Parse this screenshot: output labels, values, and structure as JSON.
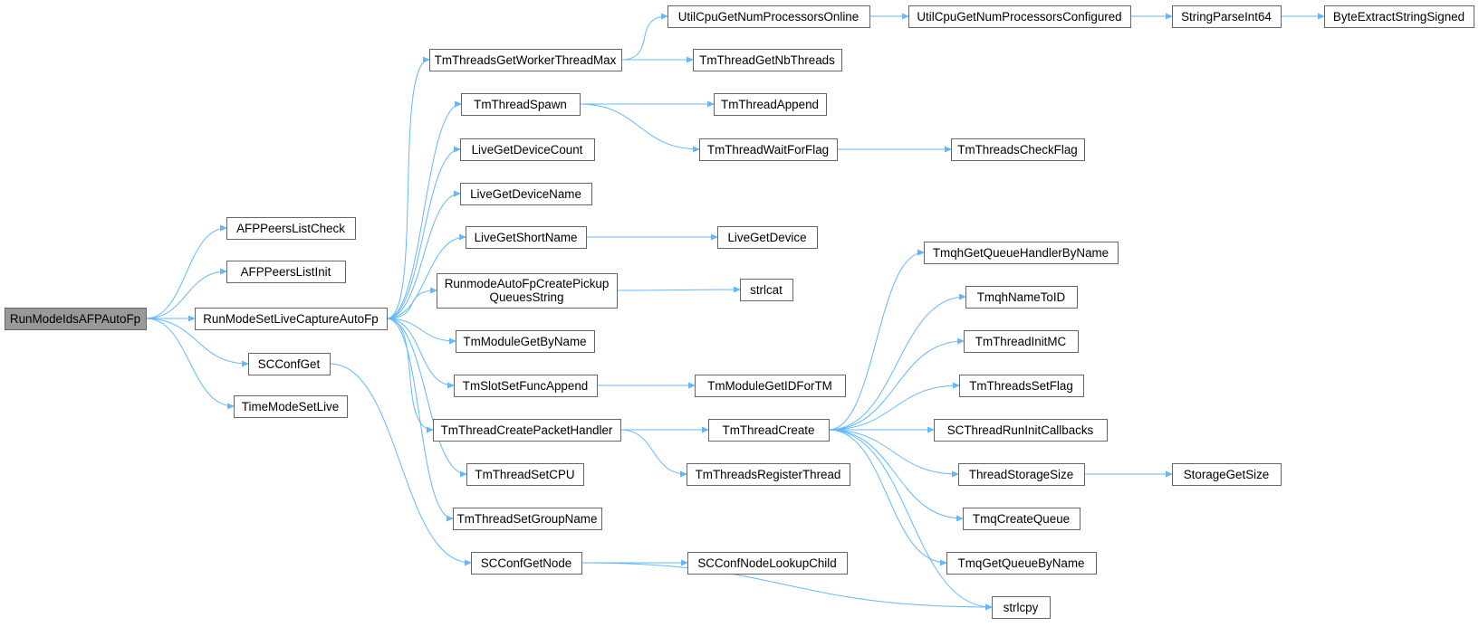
{
  "graph": {
    "root": "RunModeIdsAFPAutoFp",
    "colors": {
      "edge": "#63b8ff",
      "node_border": "#666666",
      "root_fill": "#999999",
      "node_fill": "#ffffff"
    },
    "nodes": [
      {
        "id": "RunModeIdsAFPAutoFp",
        "label": "RunModeIdsAFPAutoFp"
      },
      {
        "id": "AFPPeersListCheck",
        "label": "AFPPeersListCheck"
      },
      {
        "id": "AFPPeersListInit",
        "label": "AFPPeersListInit"
      },
      {
        "id": "RunModeSetLiveCaptureAutoFp",
        "label": "RunModeSetLiveCaptureAutoFp"
      },
      {
        "id": "SCConfGet",
        "label": "SCConfGet"
      },
      {
        "id": "TimeModeSetLive",
        "label": "TimeModeSetLive"
      },
      {
        "id": "TmThreadsGetWorkerThreadMax",
        "label": "TmThreadsGetWorkerThreadMax"
      },
      {
        "id": "TmThreadSpawn",
        "label": "TmThreadSpawn"
      },
      {
        "id": "LiveGetDeviceCount",
        "label": "LiveGetDeviceCount"
      },
      {
        "id": "LiveGetDeviceName",
        "label": "LiveGetDeviceName"
      },
      {
        "id": "LiveGetShortName",
        "label": "LiveGetShortName"
      },
      {
        "id": "RunmodeAutoFpCreatePickupQueuesString",
        "label": "RunmodeAutoFpCreatePickup",
        "label2": "QueuesString"
      },
      {
        "id": "TmModuleGetByName",
        "label": "TmModuleGetByName"
      },
      {
        "id": "TmSlotSetFuncAppend",
        "label": "TmSlotSetFuncAppend"
      },
      {
        "id": "TmThreadCreatePacketHandler",
        "label": "TmThreadCreatePacketHandler"
      },
      {
        "id": "TmThreadSetCPU",
        "label": "TmThreadSetCPU"
      },
      {
        "id": "TmThreadSetGroupName",
        "label": "TmThreadSetGroupName"
      },
      {
        "id": "SCConfGetNode",
        "label": "SCConfGetNode"
      },
      {
        "id": "UtilCpuGetNumProcessorsOnline",
        "label": "UtilCpuGetNumProcessorsOnline"
      },
      {
        "id": "TmThreadGetNbThreads",
        "label": "TmThreadGetNbThreads"
      },
      {
        "id": "TmThreadAppend",
        "label": "TmThreadAppend"
      },
      {
        "id": "TmThreadWaitForFlag",
        "label": "TmThreadWaitForFlag"
      },
      {
        "id": "LiveGetDevice",
        "label": "LiveGetDevice"
      },
      {
        "id": "strlcat",
        "label": "strlcat"
      },
      {
        "id": "TmModuleGetIDForTM",
        "label": "TmModuleGetIDForTM"
      },
      {
        "id": "TmThreadCreate",
        "label": "TmThreadCreate"
      },
      {
        "id": "TmThreadsRegisterThread",
        "label": "TmThreadsRegisterThread"
      },
      {
        "id": "SCConfNodeLookupChild",
        "label": "SCConfNodeLookupChild"
      },
      {
        "id": "UtilCpuGetNumProcessorsConfigured",
        "label": "UtilCpuGetNumProcessorsConfigured"
      },
      {
        "id": "TmThreadsCheckFlag",
        "label": "TmThreadsCheckFlag"
      },
      {
        "id": "TmqhGetQueueHandlerByName",
        "label": "TmqhGetQueueHandlerByName"
      },
      {
        "id": "TmqhNameToID",
        "label": "TmqhNameToID"
      },
      {
        "id": "TmThreadInitMC",
        "label": "TmThreadInitMC"
      },
      {
        "id": "TmThreadsSetFlag",
        "label": "TmThreadsSetFlag"
      },
      {
        "id": "SCThreadRunInitCallbacks",
        "label": "SCThreadRunInitCallbacks"
      },
      {
        "id": "ThreadStorageSize",
        "label": "ThreadStorageSize"
      },
      {
        "id": "TmqCreateQueue",
        "label": "TmqCreateQueue"
      },
      {
        "id": "TmqGetQueueByName",
        "label": "TmqGetQueueByName"
      },
      {
        "id": "strlcpy",
        "label": "strlcpy"
      },
      {
        "id": "StringParseInt64",
        "label": "StringParseInt64"
      },
      {
        "id": "StorageGetSize",
        "label": "StorageGetSize"
      },
      {
        "id": "ByteExtractStringSigned",
        "label": "ByteExtractStringSigned"
      }
    ],
    "edges": [
      [
        "RunModeIdsAFPAutoFp",
        "AFPPeersListCheck"
      ],
      [
        "RunModeIdsAFPAutoFp",
        "AFPPeersListInit"
      ],
      [
        "RunModeIdsAFPAutoFp",
        "RunModeSetLiveCaptureAutoFp"
      ],
      [
        "RunModeIdsAFPAutoFp",
        "SCConfGet"
      ],
      [
        "RunModeIdsAFPAutoFp",
        "TimeModeSetLive"
      ],
      [
        "RunModeSetLiveCaptureAutoFp",
        "TmThreadsGetWorkerThreadMax"
      ],
      [
        "RunModeSetLiveCaptureAutoFp",
        "TmThreadSpawn"
      ],
      [
        "RunModeSetLiveCaptureAutoFp",
        "LiveGetDeviceCount"
      ],
      [
        "RunModeSetLiveCaptureAutoFp",
        "LiveGetDeviceName"
      ],
      [
        "RunModeSetLiveCaptureAutoFp",
        "LiveGetShortName"
      ],
      [
        "RunModeSetLiveCaptureAutoFp",
        "RunmodeAutoFpCreatePickupQueuesString"
      ],
      [
        "RunModeSetLiveCaptureAutoFp",
        "TmModuleGetByName"
      ],
      [
        "RunModeSetLiveCaptureAutoFp",
        "TmSlotSetFuncAppend"
      ],
      [
        "RunModeSetLiveCaptureAutoFp",
        "TmThreadCreatePacketHandler"
      ],
      [
        "RunModeSetLiveCaptureAutoFp",
        "TmThreadSetCPU"
      ],
      [
        "RunModeSetLiveCaptureAutoFp",
        "TmThreadSetGroupName"
      ],
      [
        "SCConfGet",
        "SCConfGetNode"
      ],
      [
        "TmThreadsGetWorkerThreadMax",
        "UtilCpuGetNumProcessorsOnline"
      ],
      [
        "TmThreadsGetWorkerThreadMax",
        "TmThreadGetNbThreads"
      ],
      [
        "UtilCpuGetNumProcessorsOnline",
        "UtilCpuGetNumProcessorsConfigured"
      ],
      [
        "UtilCpuGetNumProcessorsConfigured",
        "StringParseInt64"
      ],
      [
        "StringParseInt64",
        "ByteExtractStringSigned"
      ],
      [
        "TmThreadSpawn",
        "TmThreadAppend"
      ],
      [
        "TmThreadSpawn",
        "TmThreadWaitForFlag"
      ],
      [
        "TmThreadWaitForFlag",
        "TmThreadsCheckFlag"
      ],
      [
        "LiveGetShortName",
        "LiveGetDevice"
      ],
      [
        "RunmodeAutoFpCreatePickupQueuesString",
        "strlcat"
      ],
      [
        "TmSlotSetFuncAppend",
        "TmModuleGetIDForTM"
      ],
      [
        "TmThreadCreatePacketHandler",
        "TmThreadCreate"
      ],
      [
        "TmThreadCreatePacketHandler",
        "TmThreadsRegisterThread"
      ],
      [
        "TmThreadCreate",
        "TmqhGetQueueHandlerByName"
      ],
      [
        "TmThreadCreate",
        "TmqhNameToID"
      ],
      [
        "TmThreadCreate",
        "TmThreadInitMC"
      ],
      [
        "TmThreadCreate",
        "TmThreadsSetFlag"
      ],
      [
        "TmThreadCreate",
        "SCThreadRunInitCallbacks"
      ],
      [
        "TmThreadCreate",
        "ThreadStorageSize"
      ],
      [
        "TmThreadCreate",
        "TmqCreateQueue"
      ],
      [
        "TmThreadCreate",
        "TmqGetQueueByName"
      ],
      [
        "TmThreadCreate",
        "strlcpy"
      ],
      [
        "ThreadStorageSize",
        "StorageGetSize"
      ],
      [
        "SCConfGetNode",
        "SCConfNodeLookupChild"
      ],
      [
        "SCConfGetNode",
        "strlcpy"
      ]
    ]
  }
}
